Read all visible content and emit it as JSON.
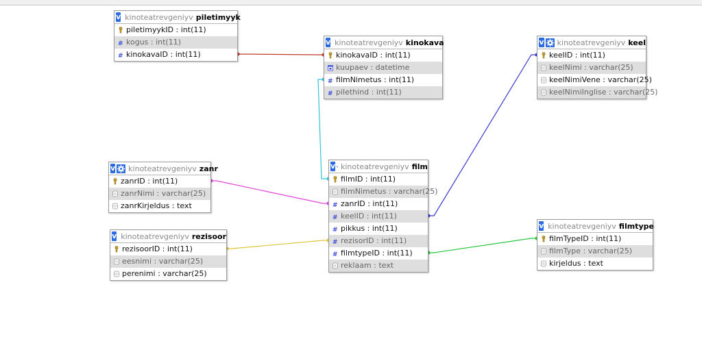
{
  "tables": [
    {
      "id": "piletimyyk",
      "db": "kinoteatrevgeniyv",
      "name": "piletimyyk",
      "cols": [
        {
          "text": "piletimyykID : int(11)",
          "icon": "key"
        },
        {
          "text": "kogus : int(11)",
          "icon": "hash"
        },
        {
          "text": "kinokavaID : int(11)",
          "icon": "hash"
        }
      ]
    },
    {
      "id": "kinokava",
      "db": "kinoteatrevgeniyv",
      "name": "kinokava",
      "cols": [
        {
          "text": "kinokavaID : int(11)",
          "icon": "key"
        },
        {
          "text": "kuupaev : datetime",
          "icon": "calendar"
        },
        {
          "text": "filmNimetus : int(11)",
          "icon": "hash"
        },
        {
          "text": "pilethind : int(11)",
          "icon": "hash"
        }
      ]
    },
    {
      "id": "keel",
      "db": "kinoteatrevgeniyv",
      "name": "keel",
      "cols": [
        {
          "text": "keelID : int(11)",
          "icon": "key"
        },
        {
          "text": "keelNimi : varchar(25)",
          "icon": "text"
        },
        {
          "text": "keelNimiVene : varchar(25)",
          "icon": "text"
        },
        {
          "text": "keelNimiInglise : varchar(25)",
          "icon": "text"
        }
      ]
    },
    {
      "id": "zanr",
      "db": "kinoteatrevgeniyv",
      "name": "zanr",
      "cols": [
        {
          "text": "zanrID : int(11)",
          "icon": "key"
        },
        {
          "text": "zanrNimi : varchar(25)",
          "icon": "text"
        },
        {
          "text": "zanrKirjeldus : text",
          "icon": "text"
        }
      ]
    },
    {
      "id": "film",
      "db": "kinoteatrevgeniyv",
      "name": "film",
      "cols": [
        {
          "text": "filmID : int(11)",
          "icon": "key"
        },
        {
          "text": "filmNimetus : varchar(25)",
          "icon": "text"
        },
        {
          "text": "zanrID : int(11)",
          "icon": "hash"
        },
        {
          "text": "keelID : int(11)",
          "icon": "hash"
        },
        {
          "text": "pikkus : int(11)",
          "icon": "hash"
        },
        {
          "text": "rezisorID : int(11)",
          "icon": "hash"
        },
        {
          "text": "filmtypeID : int(11)",
          "icon": "hash"
        },
        {
          "text": "reklaam : text",
          "icon": "text"
        }
      ]
    },
    {
      "id": "rezisoor",
      "db": "kinoteatrevgeniyv",
      "name": "rezisoor",
      "cols": [
        {
          "text": "rezisoorID : int(11)",
          "icon": "key"
        },
        {
          "text": "eesnimi : varchar(25)",
          "icon": "text"
        },
        {
          "text": "perenimi : varchar(25)",
          "icon": "text"
        }
      ]
    },
    {
      "id": "filmtype",
      "db": "kinoteatrevgeniyv",
      "name": "filmtype",
      "cols": [
        {
          "text": "filmTypeID : int(11)",
          "icon": "key"
        },
        {
          "text": "filmType : varchar(25)",
          "icon": "text"
        },
        {
          "text": "kirjeldus : text",
          "icon": "text"
        }
      ]
    }
  ],
  "relations": [
    {
      "from": "piletimyyk.kinokavaID",
      "to": "kinokava.kinokavaID",
      "color": "#c0392b"
    },
    {
      "from": "film.filmID",
      "to": "kinokava.filmNimetus",
      "color": "#2ec4d8"
    },
    {
      "from": "film.keelID",
      "to": "keel.keelID",
      "color": "#3a35d0"
    },
    {
      "from": "film.zanrID",
      "to": "zanr.zanrID",
      "color": "#e040d8"
    },
    {
      "from": "film.rezisorID",
      "to": "rezisoor.rezisoorID",
      "color": "#e0c53a"
    },
    {
      "from": "film.filmtypeID",
      "to": "filmtype.filmTypeID",
      "color": "#22c43a"
    }
  ]
}
